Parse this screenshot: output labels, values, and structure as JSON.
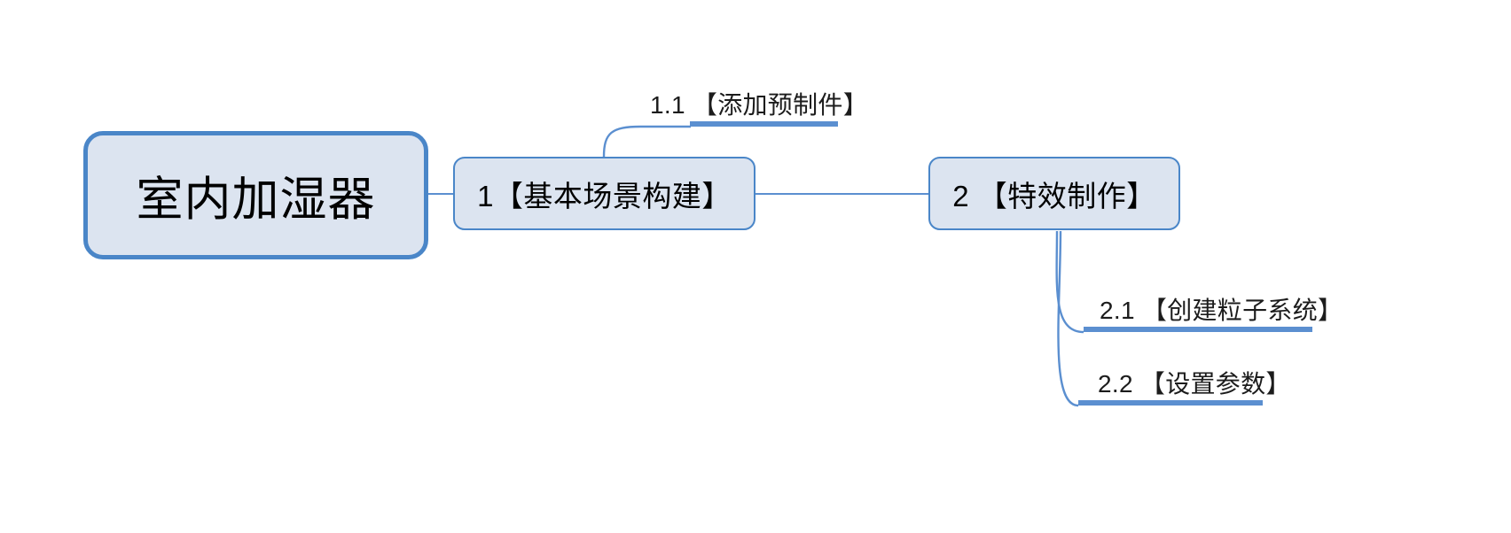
{
  "diagram": {
    "type": "mind-map",
    "title": "室内加湿器",
    "background_color": "#ffffff",
    "colors": {
      "node_fill": "#dce4f0",
      "node_border": "#4a86c8",
      "node_text": "#2d5party",
      "connector": "#5b8fd0",
      "leaf_bar": "#5b8fd0",
      "leaf_text": "#1c1c1c"
    }
  },
  "root": {
    "label": "室内加湿器"
  },
  "branches": [
    {
      "id": "1",
      "label": "1【基本场景构建】",
      "children": [
        {
          "id": "1.1",
          "label": "1.1 【添加预制件】"
        }
      ]
    },
    {
      "id": "2",
      "label": "2 【特效制作】",
      "children": [
        {
          "id": "2.1",
          "label": "2.1 【创建粒子系统】"
        },
        {
          "id": "2.2",
          "label": "2.2 【设置参数】"
        }
      ]
    }
  ]
}
